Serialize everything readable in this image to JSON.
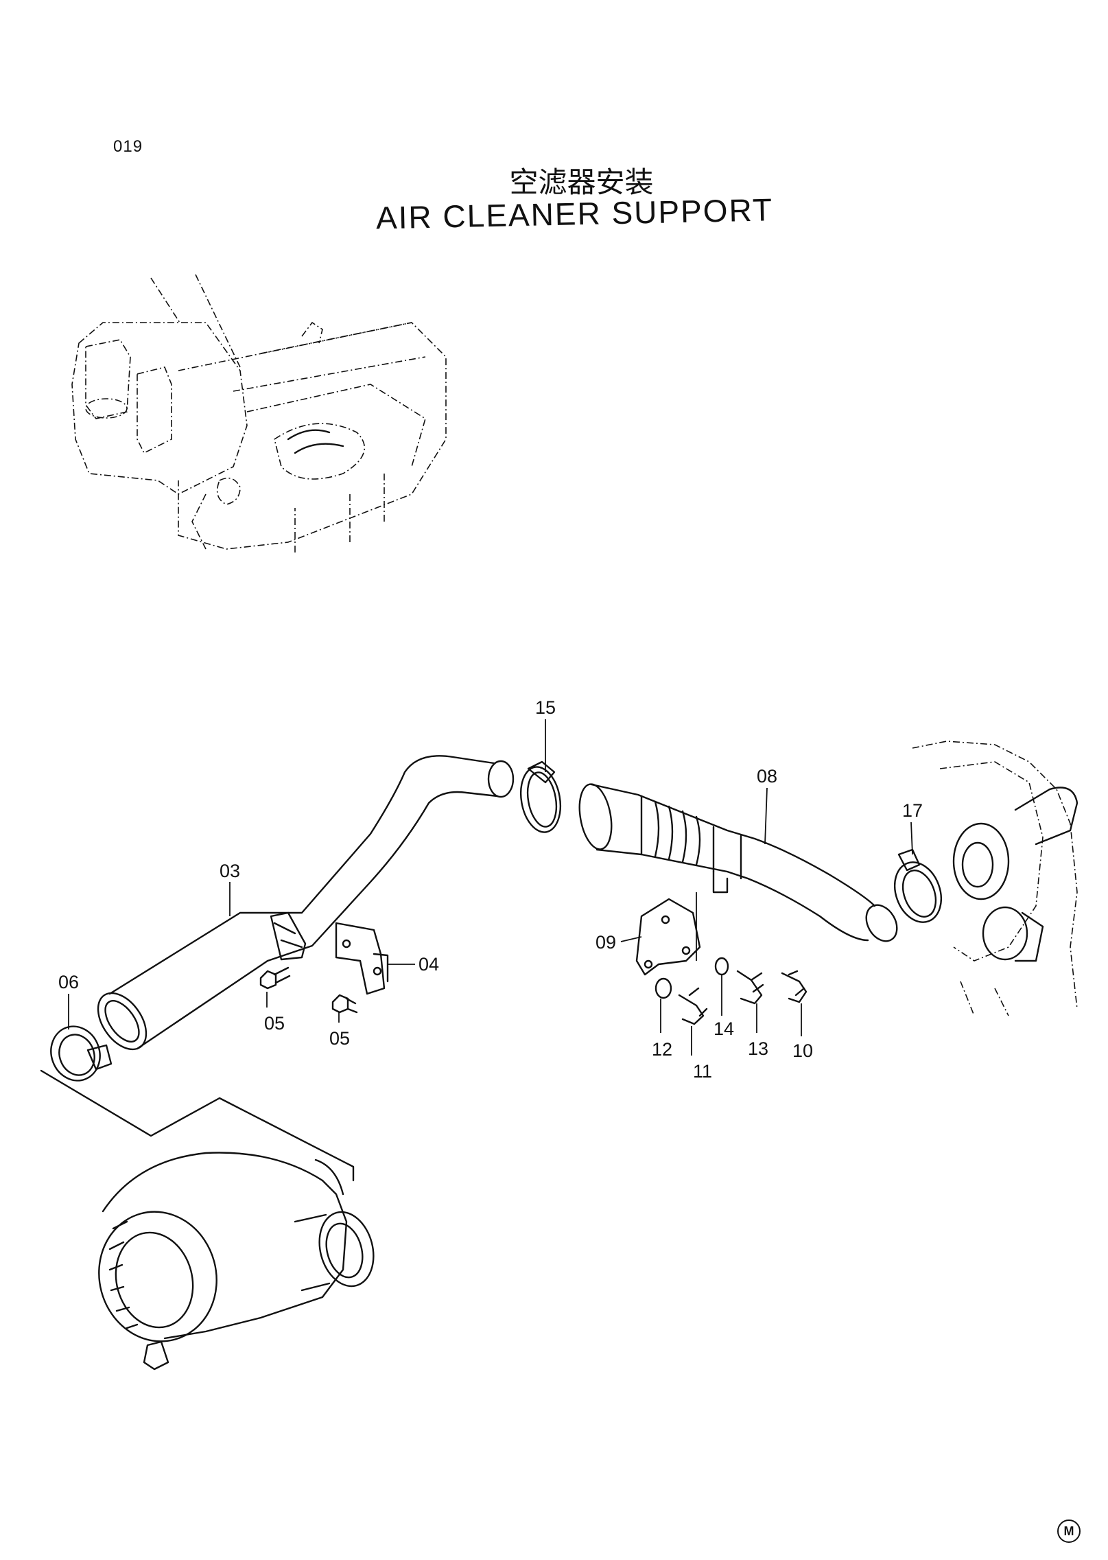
{
  "page": {
    "number": "019",
    "title_cn": "空滤器安装",
    "title_en": "AIR CLEANER SUPPORT",
    "corner_mark": "M"
  },
  "callouts": [
    {
      "id": "15",
      "label": "15"
    },
    {
      "id": "08",
      "label": "08"
    },
    {
      "id": "17",
      "label": "17"
    },
    {
      "id": "03",
      "label": "03"
    },
    {
      "id": "04",
      "label": "04"
    },
    {
      "id": "06",
      "label": "06"
    },
    {
      "id": "05a",
      "label": "05"
    },
    {
      "id": "05b",
      "label": "05"
    },
    {
      "id": "09",
      "label": "09"
    },
    {
      "id": "12",
      "label": "12"
    },
    {
      "id": "11",
      "label": "11"
    },
    {
      "id": "14",
      "label": "14"
    },
    {
      "id": "13",
      "label": "13"
    },
    {
      "id": "10",
      "label": "10"
    }
  ]
}
